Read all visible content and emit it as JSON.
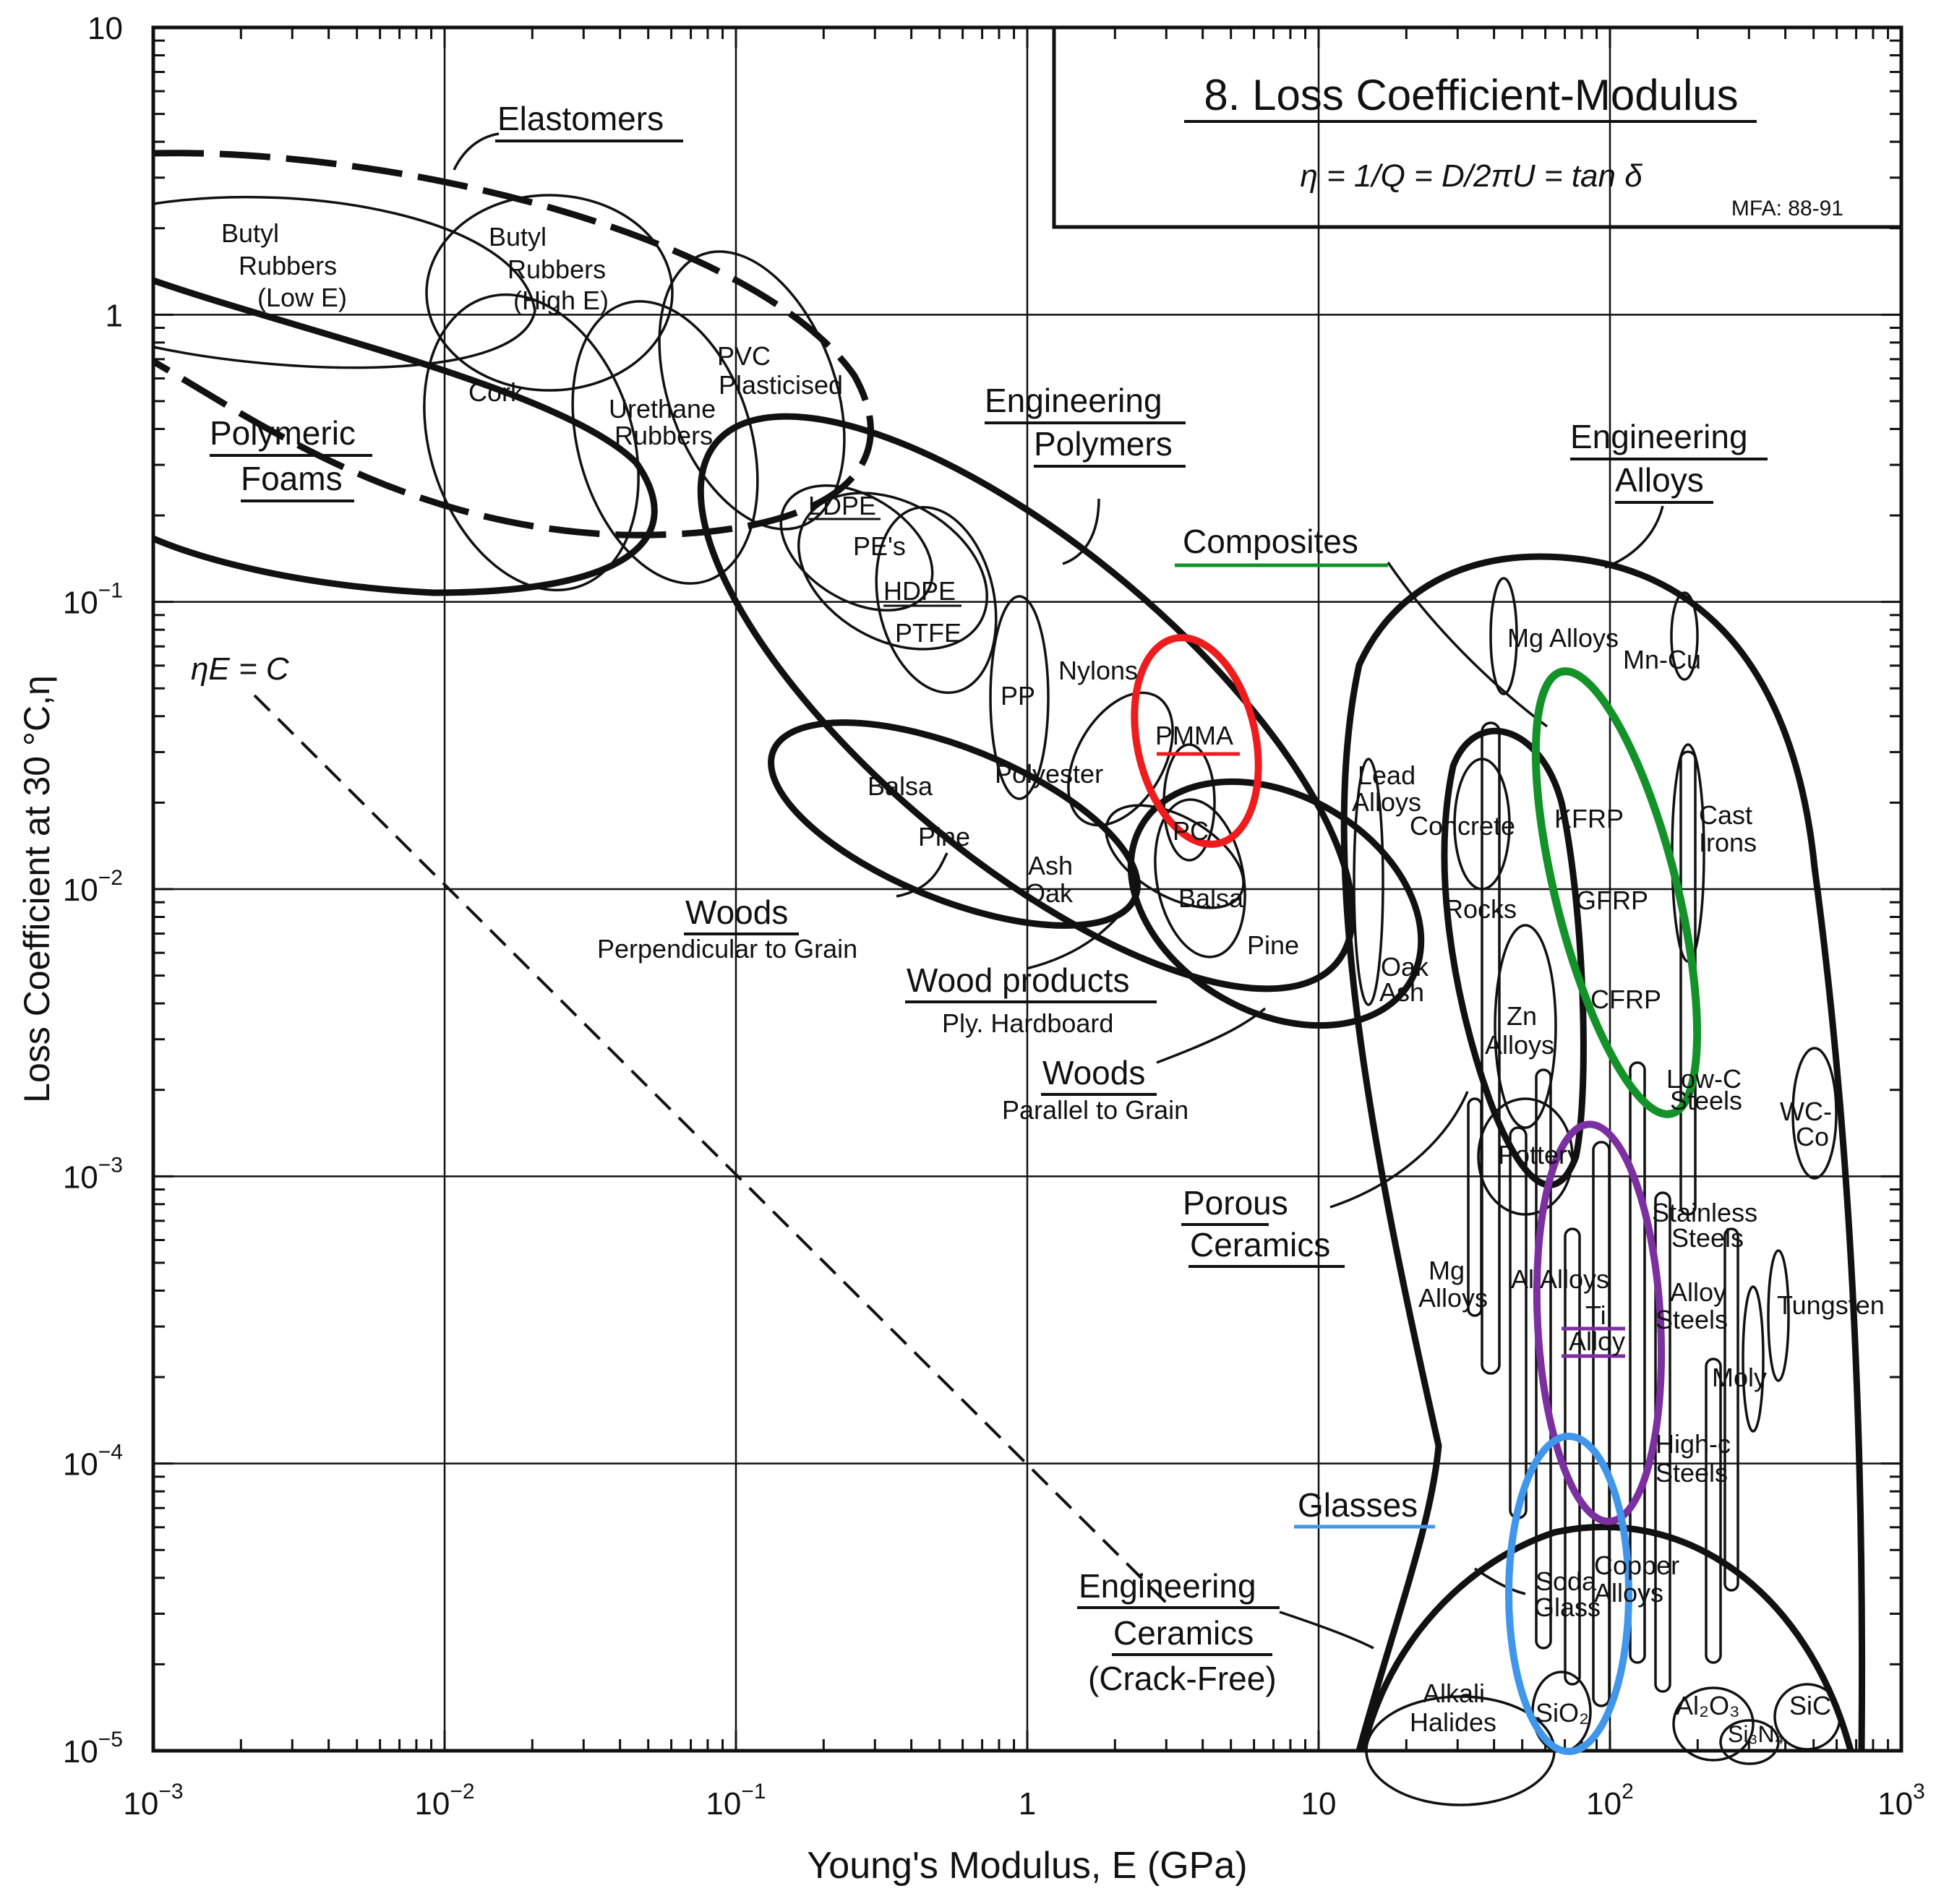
{
  "chart_data": {
    "type": "scatter",
    "title": "8. Loss Coefficient-Modulus",
    "subtitle": "η = 1/Q = D/2πU = tan δ",
    "source_tag": "MFA: 88-91",
    "xlabel": "Young's Modulus, E (GPa)",
    "ylabel": "Loss Coefficient at 30 °C,η",
    "x_scale": "log",
    "y_scale": "log",
    "xlim": [
      0.001,
      1000
    ],
    "ylim": [
      1e-05,
      10
    ],
    "grid": true,
    "x_ticks": [
      {
        "base": "10",
        "exp": "−3"
      },
      {
        "base": "10",
        "exp": "−2"
      },
      {
        "base": "10",
        "exp": "−1"
      },
      {
        "base": "1",
        "exp": ""
      },
      {
        "base": "10",
        "exp": ""
      },
      {
        "base": "10",
        "exp": "2"
      },
      {
        "base": "10",
        "exp": "3"
      }
    ],
    "y_ticks": [
      {
        "base": "10",
        "exp": "−5"
      },
      {
        "base": "10",
        "exp": "−4"
      },
      {
        "base": "10",
        "exp": "−3"
      },
      {
        "base": "10",
        "exp": "−2"
      },
      {
        "base": "10",
        "exp": "−1"
      },
      {
        "base": "1",
        "exp": ""
      },
      {
        "base": "10",
        "exp": ""
      }
    ],
    "guide_line": {
      "label": "ηE = C",
      "points": [
        [
          0.001,
          0.1
        ],
        [
          1,
          0.0001
        ],
        [
          2,
          5e-05
        ]
      ]
    },
    "envelopes": [
      {
        "name": "Elastomers",
        "ellipse": {
          "xmin": 0.0009,
          "xmax": 0.34,
          "ymin": 0.12,
          "ymax": 4.0
        }
      },
      {
        "name": "Polymeric Foams",
        "ellipse": {
          "xmin": 0.0009,
          "xmax": 0.06,
          "ymin": 0.12,
          "ymax": 0.7
        }
      },
      {
        "name": "Engineering Polymers",
        "ellipse": {
          "xmin": 0.1,
          "xmax": 7.0,
          "ymin": 0.006,
          "ymax": 0.38
        }
      },
      {
        "name": "Woods Perpendicular to Grain",
        "ellipse": {
          "xmin": 0.12,
          "xmax": 1.5,
          "ymin": 0.008,
          "ymax": 0.025
        }
      },
      {
        "name": "Woods Parallel to Grain",
        "ellipse": {
          "xmin": 3.5,
          "xmax": 25,
          "ymin": 0.0033,
          "ymax": 0.023
        }
      },
      {
        "name": "Engineering Alloys",
        "ellipse": {
          "xmin": 11,
          "xmax": 750,
          "ymin": 1e-05,
          "ymax": 0.18
        }
      },
      {
        "name": "Engineering Ceramics (Crack-Free)",
        "ellipse": {
          "xmin": 13,
          "xmax": 800,
          "ymin": 1e-05,
          "ymax": 6e-05
        }
      }
    ],
    "regions": [
      {
        "name": "Butyl Rubbers (Low E)",
        "x": 0.003,
        "y": 1.8
      },
      {
        "name": "Butyl Rubbers (High E)",
        "x": 0.012,
        "y": 1.7
      },
      {
        "name": "Cork",
        "x": 0.01,
        "y": 0.5
      },
      {
        "name": "Urethane Rubbers",
        "x": 0.035,
        "y": 0.35
      },
      {
        "name": "PVC Plasticised",
        "x": 0.06,
        "y": 0.75
      },
      {
        "name": "LDPE",
        "x": 0.25,
        "y": 0.2
      },
      {
        "name": "HDPE",
        "x": 0.7,
        "y": 0.11
      },
      {
        "name": "PTFE",
        "x": 0.5,
        "y": 0.075
      },
      {
        "name": "PP",
        "x": 1.0,
        "y": 0.04
      },
      {
        "name": "Nylons",
        "x": 1.8,
        "y": 0.045
      },
      {
        "name": "PMMA",
        "x": 3.5,
        "y": 0.035
      },
      {
        "name": "Polyester",
        "x": 2.5,
        "y": 0.024
      },
      {
        "name": "PC",
        "x": 2.8,
        "y": 0.016
      },
      {
        "name": "Balsa (perpendicular)",
        "x": 0.25,
        "y": 0.02
      },
      {
        "name": "Pine (perpendicular)",
        "x": 0.5,
        "y": 0.013
      },
      {
        "name": "Ash Oak (perpendicular)",
        "x": 1.0,
        "y": 0.012
      },
      {
        "name": "Balsa (parallel)",
        "x": 4.0,
        "y": 0.01
      },
      {
        "name": "Pine (parallel)",
        "x": 10,
        "y": 0.007
      },
      {
        "name": "Oak Ash (parallel)",
        "x": 17,
        "y": 0.005
      },
      {
        "name": "Lead Alloys",
        "x": 15,
        "y": 0.02
      },
      {
        "name": "Mg Alloys (cast)",
        "x": 45,
        "y": 0.08
      },
      {
        "name": "Mn-Cu",
        "x": 130,
        "y": 0.07
      },
      {
        "name": "Concrete",
        "x": 40,
        "y": 0.015
      },
      {
        "name": "Rocks",
        "x": 40,
        "y": 0.008
      },
      {
        "name": "Zn Alloys",
        "x": 50,
        "y": 0.004
      },
      {
        "name": "Pottery",
        "x": 55,
        "y": 0.0012
      },
      {
        "name": "KFRP",
        "x": 120,
        "y": 0.025
      },
      {
        "name": "GFRP",
        "x": 110,
        "y": 0.015
      },
      {
        "name": "CFRP",
        "x": 120,
        "y": 0.005
      },
      {
        "name": "Cast Irons",
        "x": 210,
        "y": 0.02
      },
      {
        "name": "Low-C Steels",
        "x": 200,
        "y": 0.002
      },
      {
        "name": "WC-Co",
        "x": 550,
        "y": 0.0015
      },
      {
        "name": "Stainless Steels",
        "x": 195,
        "y": 0.0008
      },
      {
        "name": "Mg Alloys (wrought)",
        "x": 40,
        "y": 0.0004
      },
      {
        "name": "Al Alloys",
        "x": 70,
        "y": 0.0004
      },
      {
        "name": "Ti Alloys",
        "x": 110,
        "y": 0.0003
      },
      {
        "name": "Alloy Steels",
        "x": 205,
        "y": 0.0004
      },
      {
        "name": "Tungsten",
        "x": 410,
        "y": 0.0003
      },
      {
        "name": "Moly",
        "x": 320,
        "y": 0.0002
      },
      {
        "name": "High-C Steels",
        "x": 210,
        "y": 0.0001
      },
      {
        "name": "Soda Glass",
        "x": 70,
        "y": 3e-05
      },
      {
        "name": "Copper Alloys",
        "x": 120,
        "y": 3e-05
      },
      {
        "name": "Alkali Halides",
        "x": 25,
        "y": 1.5e-05
      },
      {
        "name": "SiO2",
        "x": 70,
        "y": 1.5e-05
      },
      {
        "name": "Al2O3",
        "x": 380,
        "y": 1.5e-05
      },
      {
        "name": "Si3N4",
        "x": 300,
        "y": 1e-05
      },
      {
        "name": "SiC",
        "x": 450,
        "y": 1.5e-05
      }
    ],
    "highlights": [
      {
        "name": "PMMA",
        "color": "#ee1c1c"
      },
      {
        "name": "Composites",
        "color": "#13922a"
      },
      {
        "name": "Ti Alloys",
        "color": "#7b2fa0"
      },
      {
        "name": "Glasses",
        "color": "#3f96ea"
      }
    ]
  },
  "labels": {
    "elastomers": "Elastomers",
    "butyl_low_1": "Butyl",
    "butyl_low_2": "Rubbers",
    "butyl_low_3": "(Low E)",
    "butyl_high_1": "Butyl",
    "butyl_high_2": "Rubbers",
    "butyl_high_3": "(High E)",
    "cork": "Cork",
    "urethane_1": "Urethane",
    "urethane_2": "Rubbers",
    "pvc_1": "PVC",
    "pvc_2": "Plasticised",
    "foams_1": "Polymeric",
    "foams_2": "Foams",
    "eng_poly_1": "Engineering",
    "eng_poly_2": "Polymers",
    "ldpe": "LDPE",
    "pes": "PE's",
    "hdpe": "HDPE",
    "ptfe": "PTFE",
    "pp": "PP",
    "nylons": "Nylons",
    "pmma": "PMMA",
    "polyester": "Polyester",
    "pc": "PC",
    "balsa_perp": "Balsa",
    "pine_perp": "Pine",
    "ash": "Ash",
    "oak": "Oak",
    "woods_perp_1": "Woods",
    "woods_perp_2": "Perpendicular to Grain",
    "wood_products_1": "Wood products",
    "wood_products_2": "Ply. Hardboard",
    "balsa_par": "Balsa",
    "pine_par": "Pine",
    "oak_par": "Oak",
    "ash_par": "Ash",
    "woods_par_1": "Woods",
    "woods_par_2": "Parallel to Grain",
    "composites": "Composites",
    "eng_alloys_1": "Engineering",
    "eng_alloys_2": "Alloys",
    "mg_alloys_top": "Mg Alloys",
    "mn_cu": "Mn-Cu",
    "lead_1": "Lead",
    "lead_2": "Alloys",
    "concrete": "Concrete",
    "kfrp": "KFRP",
    "gfrp": "GFRP",
    "cfrp": "CFRP",
    "cast_1": "Cast",
    "cast_2": "Irons",
    "rocks": "Rocks",
    "zn_1": "Zn",
    "zn_2": "Alloys",
    "lowc_1": "Low-C",
    "lowc_2": "Steels",
    "wc_1": "WC-",
    "wc_2": "Co",
    "pottery": "Pottery",
    "porous_1": "Porous",
    "porous_2": "Ceramics",
    "stainless_1": "Stainless",
    "stainless_2": "Steels",
    "mg_low_1": "Mg",
    "mg_low_2": "Alloys",
    "al_alloys": "Al Alloys",
    "ti_1": "Ti",
    "ti_2": "Alloy",
    "alloy_steels_1": "Alloy",
    "alloy_steels_2": "Steels",
    "tungsten": "Tungsten",
    "moly": "Moly",
    "highc_1": "High-c",
    "highc_2": "Steels",
    "glasses": "Glasses",
    "soda_1": "Soda",
    "soda_2": "Glass",
    "copper_1": "Copper",
    "copper_2": "Alloys",
    "eng_cer_1": "Engineering",
    "eng_cer_2": "Ceramics",
    "eng_cer_3": "(Crack-Free)",
    "alkali_1": "Alkali",
    "alkali_2": "Halides",
    "sio2": "SiO₂",
    "al2o3": "Al₂O₃",
    "si3n4": "Si₃N₄",
    "sic": "SiC"
  }
}
